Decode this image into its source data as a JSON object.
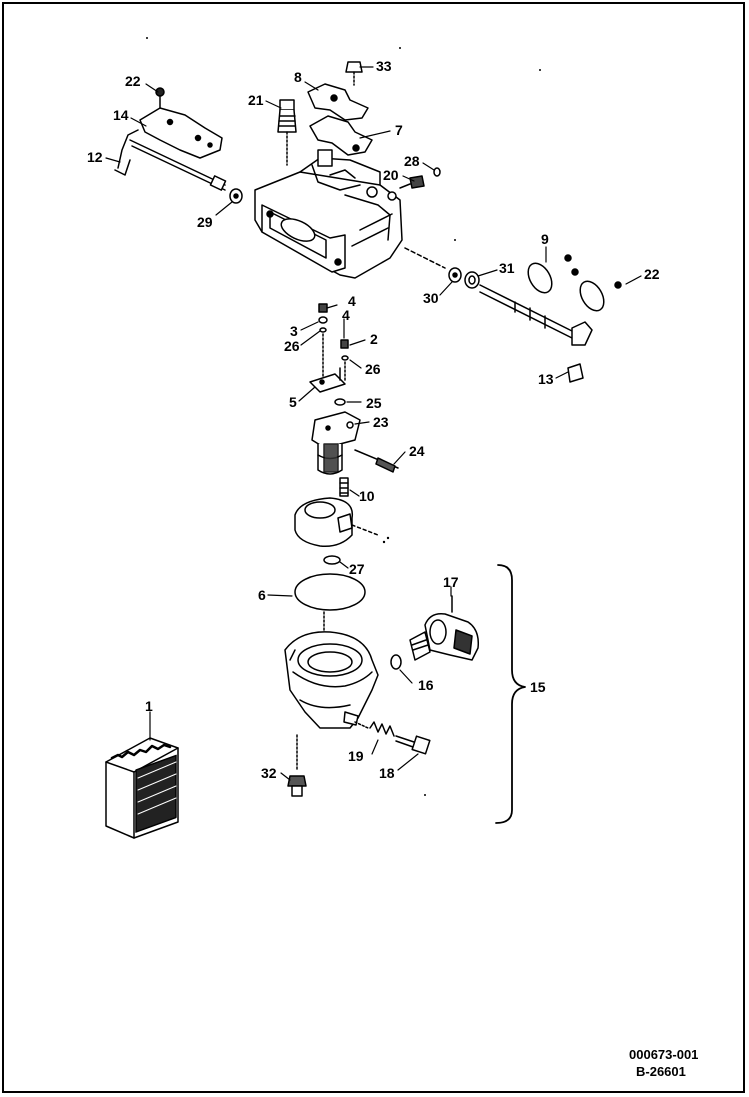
{
  "callouts": {
    "c1": "1",
    "c2": "2",
    "c3": "3",
    "c4a": "4",
    "c4b": "4",
    "c5": "5",
    "c6": "6",
    "c7": "7",
    "c8": "8",
    "c9": "9",
    "c10": "10",
    "c12": "12",
    "c13": "13",
    "c14": "14",
    "c15": "15",
    "c16": "16",
    "c17": "17",
    "c18": "18",
    "c19": "19",
    "c20": "20",
    "c21": "21",
    "c22a": "22",
    "c22b": "22",
    "c23": "23",
    "c24": "24",
    "c25": "25",
    "c26a": "26",
    "c26b": "26",
    "c27": "27",
    "c28": "28",
    "c29": "29",
    "c30": "30",
    "c31": "31",
    "c32": "32",
    "c33": "33"
  },
  "doc_codes": {
    "figure_number": "000673-001",
    "drawing_number": "B-26601"
  }
}
